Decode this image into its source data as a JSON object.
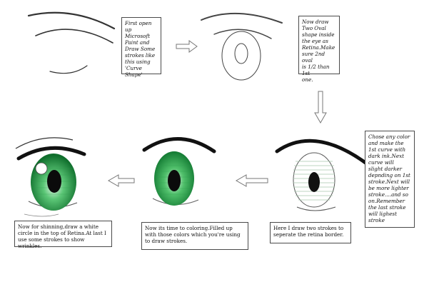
{
  "steps": [
    {
      "text": "First open\nup Microsoft\nPaint and\nDraw Some\nstrokes like\nthis using\n'Curve Shape'"
    },
    {
      "text": "Now draw\nTwo Oval\nshape inside\nthe eye as\nRetina.Make\nsure 2nd oval\nis 1/2 than 1st\none."
    },
    {
      "text": "Chose any color\nand make the\n1st curve with\ndark ink.Next\ncurve will\nslight darker\ndepnding on 1st\nstroke.Next will\nbe more lighter\nstroke....and so\non.Remember\nthe last stroke\nwill lighest\nstroke"
    },
    {
      "text": "Here I draw two strokes to\nseperate the retina border."
    },
    {
      "text": "Now its time to coloring.Filled up\nwith those colors which you're using\nto draw strokes."
    },
    {
      "text": "Now for shinning,draw a white\ncircle in the top of Retina.At last I\nuse some strokes to show wrinkles."
    }
  ],
  "colors": {
    "ink": "#111111",
    "iris_dark": "#1e8a3e",
    "iris_light": "#bfe8c8",
    "stroke_gray": "#777777"
  }
}
